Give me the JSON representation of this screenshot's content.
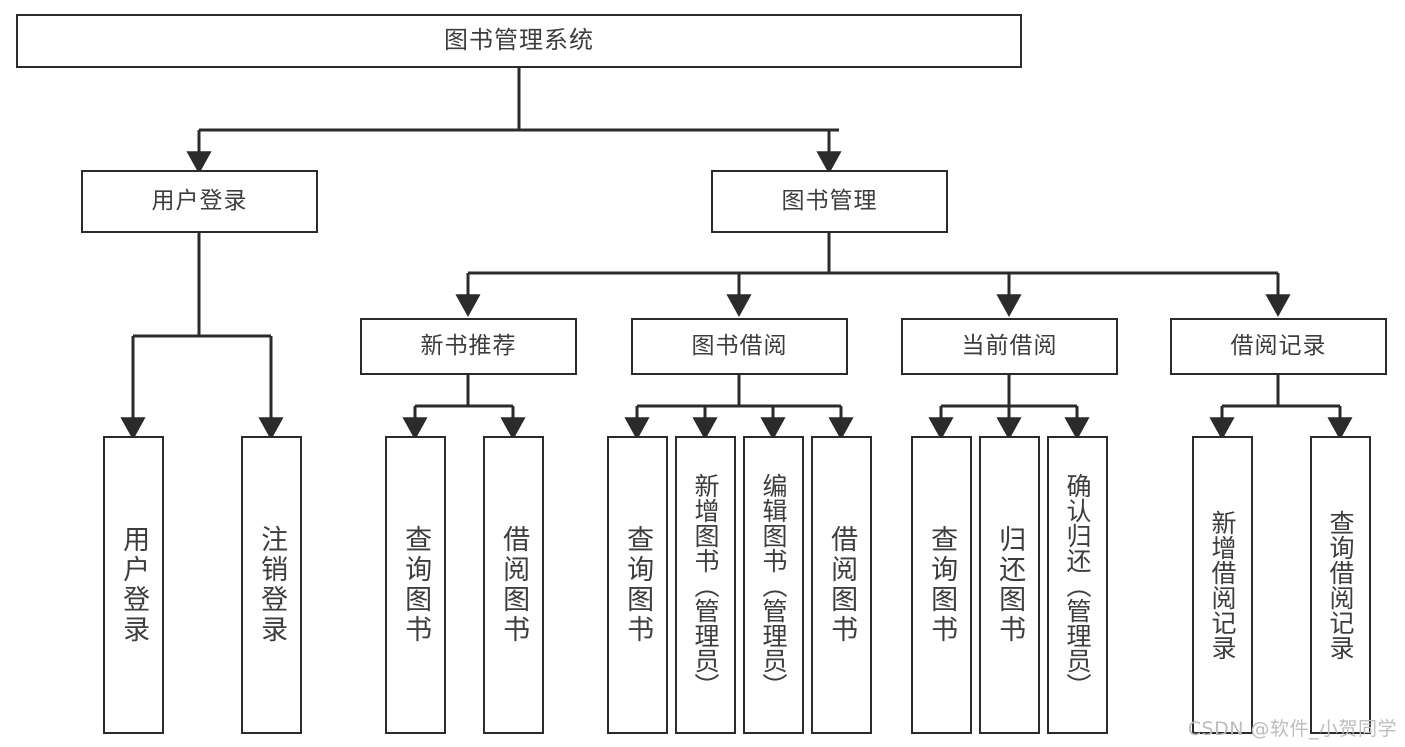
{
  "diagram": {
    "title": "图书管理系统",
    "type": "hierarchy-tree",
    "watermark": "CSDN @软件_小贺同学",
    "colors": {
      "background": "#ffffff",
      "box_border": "#2b2b2b",
      "box_fill": "#ffffff",
      "text": "#3d3d3d",
      "connector": "#2b2b2b",
      "watermark": "#bdbdbd"
    },
    "root": {
      "label": "图书管理系统"
    },
    "level2": [
      {
        "id": "user-login",
        "label": "用户登录"
      },
      {
        "id": "book-manage",
        "label": "图书管理"
      }
    ],
    "level3": [
      {
        "id": "new-book-recommend",
        "label": "新书推荐",
        "parent": "book-manage"
      },
      {
        "id": "book-borrow",
        "label": "图书借阅",
        "parent": "book-manage"
      },
      {
        "id": "current-borrow",
        "label": "当前借阅",
        "parent": "book-manage"
      },
      {
        "id": "borrow-record",
        "label": "借阅记录",
        "parent": "book-manage"
      }
    ],
    "leaves": [
      {
        "id": "leaf-user-login",
        "label": "用户登录",
        "parent": "user-login"
      },
      {
        "id": "leaf-user-logout",
        "label": "注销登录",
        "parent": "user-login"
      },
      {
        "id": "leaf-query-book-1",
        "label": "查询图书",
        "parent": "new-book-recommend"
      },
      {
        "id": "leaf-borrow-book-1",
        "label": "借阅图书",
        "parent": "new-book-recommend"
      },
      {
        "id": "leaf-query-book-2",
        "label": "查询图书",
        "parent": "book-borrow"
      },
      {
        "id": "leaf-add-book",
        "label": "新增图书（管理员）",
        "parent": "book-borrow"
      },
      {
        "id": "leaf-edit-book",
        "label": "编辑图书（管理员）",
        "parent": "book-borrow"
      },
      {
        "id": "leaf-borrow-book-2",
        "label": "借阅图书",
        "parent": "book-borrow"
      },
      {
        "id": "leaf-query-book-3",
        "label": "查询图书",
        "parent": "current-borrow"
      },
      {
        "id": "leaf-return-book",
        "label": "归还图书",
        "parent": "current-borrow"
      },
      {
        "id": "leaf-confirm-return",
        "label": "确认归还（管理员）",
        "parent": "current-borrow"
      },
      {
        "id": "leaf-add-record",
        "label": "新增借阅记录",
        "parent": "borrow-record"
      },
      {
        "id": "leaf-query-record",
        "label": "查询借阅记录",
        "parent": "borrow-record"
      }
    ]
  }
}
